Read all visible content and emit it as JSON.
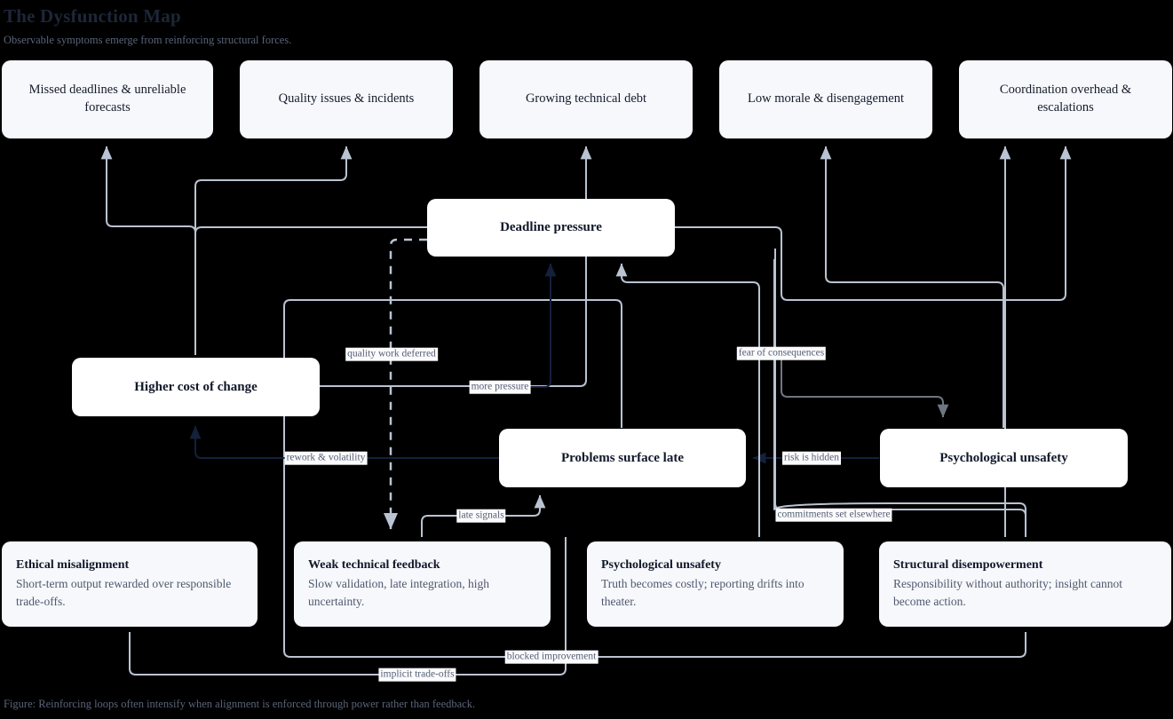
{
  "header": {
    "title": "The Dysfunction Map",
    "subtitle": "Observable symptoms emerge from reinforcing structural forces.",
    "caption": "Figure: Reinforcing loops often intensify when alignment is enforced through power rather than feedback."
  },
  "colors": {
    "background": "#000000",
    "symptom_fill": "#f7f8fc",
    "mediator_fill": "#ffffff",
    "cause_fill": "#f7f8fc",
    "title_text": "#1d2738",
    "muted_text": "#5a6478",
    "edge_light": "#b9c3d2",
    "edge_navy": "#14203c",
    "edge_gray": "#6e7681"
  },
  "symptoms": [
    {
      "label": "Missed deadlines & unreliable forecasts"
    },
    {
      "label": "Quality issues & incidents"
    },
    {
      "label": "Growing technical debt"
    },
    {
      "label": "Low morale & disengagement"
    },
    {
      "label": "Coordination overhead & escalations"
    }
  ],
  "mediators": [
    {
      "label": "Deadline pressure"
    },
    {
      "label": "Higher cost of change"
    },
    {
      "label": "Problems surface late"
    },
    {
      "label": "Psychological unsafety"
    }
  ],
  "causes": [
    {
      "title": "Ethical misalignment",
      "desc": "Short-term output rewarded over responsible trade-offs."
    },
    {
      "title": "Weak technical feedback",
      "desc": "Slow validation, late integration, high uncertainty."
    },
    {
      "title": "Psychological unsafety",
      "desc": "Truth becomes costly; reporting drifts into theater."
    },
    {
      "title": "Structural disempowerment",
      "desc": "Responsibility without authority; insight cannot become action."
    }
  ],
  "edge_labels": [
    {
      "text": "quality work deferred"
    },
    {
      "text": "more pressure"
    },
    {
      "text": "fear of consequences"
    },
    {
      "text": "rework & volatility"
    },
    {
      "text": "risk is hidden"
    },
    {
      "text": "late signals"
    },
    {
      "text": "commitments set elsewhere"
    },
    {
      "text": "blocked improvement"
    },
    {
      "text": "implicit trade-offs"
    }
  ]
}
